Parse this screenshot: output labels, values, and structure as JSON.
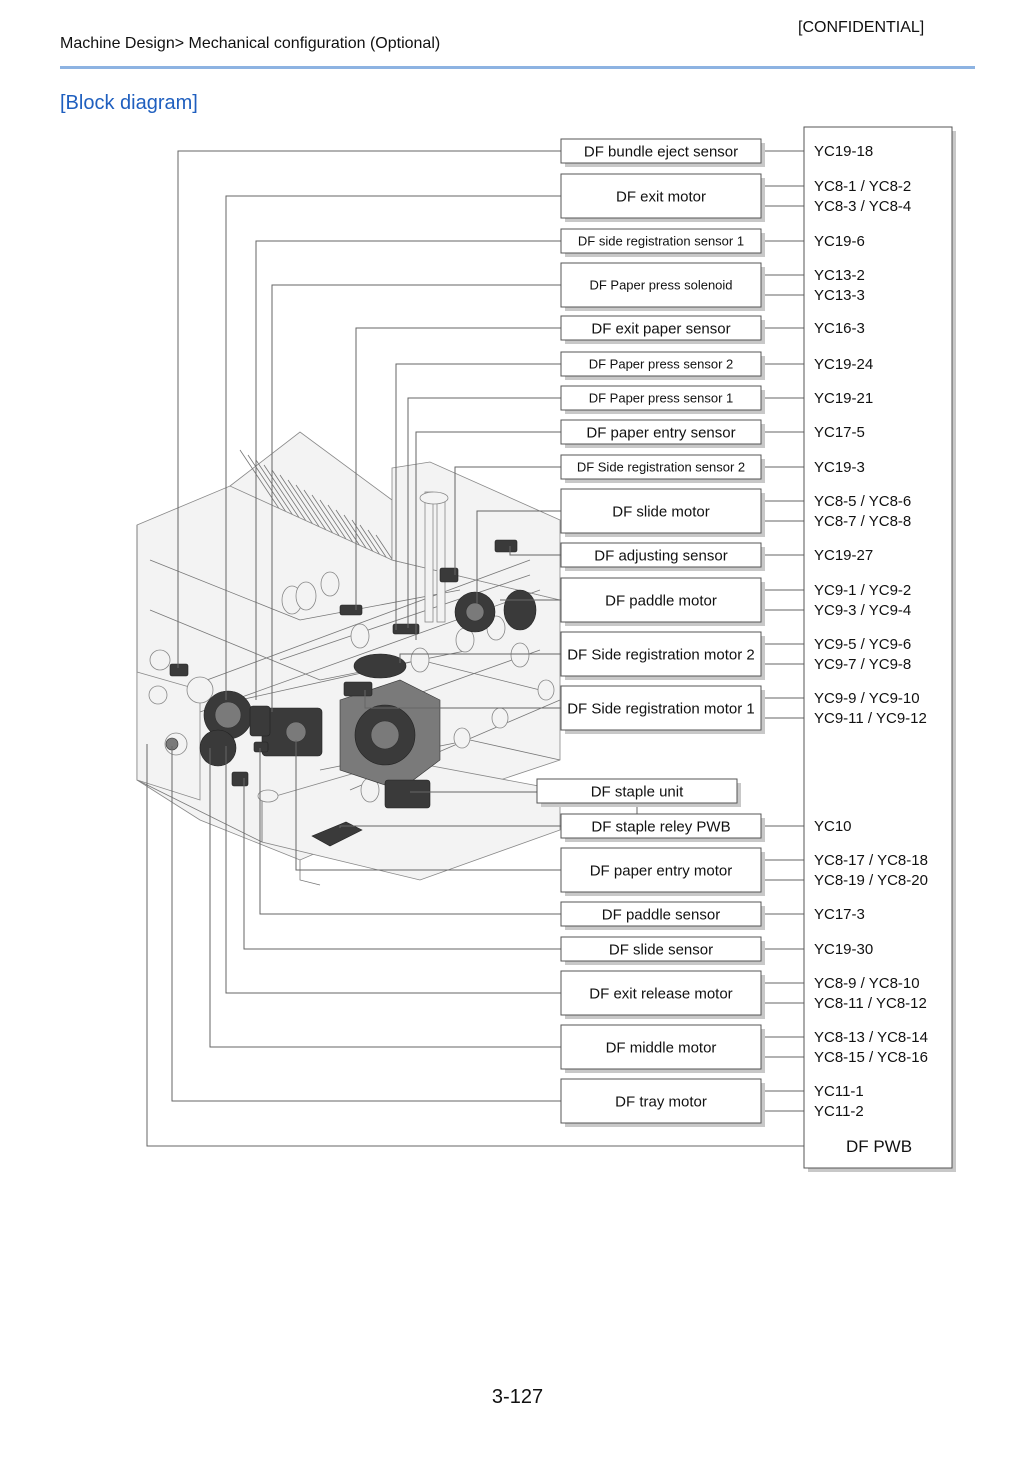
{
  "header": {
    "confidential": "[CONFIDENTIAL]",
    "breadcrumb": "Machine Design> Mechanical configuration (Optional)"
  },
  "section_title": "[Block diagram]",
  "page_number": "3-127",
  "pwb_label": "DF PWB",
  "components": [
    {
      "label": "DF bundle eject sensor",
      "connectors": [
        "YC19-18"
      ]
    },
    {
      "label": "DF exit motor",
      "connectors": [
        "YC8-1 / YC8-2",
        "YC8-3 / YC8-4"
      ]
    },
    {
      "label": "DF side registration sensor 1",
      "connectors": [
        "YC19-6"
      ]
    },
    {
      "label": "DF Paper press solenoid",
      "connectors": [
        "YC13-2",
        "YC13-3"
      ]
    },
    {
      "label": "DF exit paper sensor",
      "connectors": [
        "YC16-3"
      ]
    },
    {
      "label": "DF Paper press sensor 2",
      "connectors": [
        "YC19-24"
      ]
    },
    {
      "label": "DF Paper press sensor 1",
      "connectors": [
        "YC19-21"
      ]
    },
    {
      "label": "DF paper entry sensor",
      "connectors": [
        "YC17-5"
      ]
    },
    {
      "label": "DF Side registration sensor 2",
      "connectors": [
        "YC19-3"
      ]
    },
    {
      "label": "DF slide motor",
      "connectors": [
        "YC8-5 / YC8-6",
        "YC8-7 / YC8-8"
      ]
    },
    {
      "label": "DF adjusting sensor",
      "connectors": [
        "YC19-27"
      ]
    },
    {
      "label": "DF paddle motor",
      "connectors": [
        "YC9-1 / YC9-2",
        "YC9-3 / YC9-4"
      ]
    },
    {
      "label": "DF Side registration motor 2",
      "connectors": [
        "YC9-5 / YC9-6",
        "YC9-7 / YC9-8"
      ]
    },
    {
      "label": "DF Side registration motor 1",
      "connectors": [
        "YC9-9 / YC9-10",
        "YC9-11 / YC9-12"
      ]
    },
    {
      "label": "DF staple unit",
      "connectors": []
    },
    {
      "label": "DF staple reley PWB",
      "connectors": [
        "YC10"
      ]
    },
    {
      "label": "DF paper entry motor",
      "connectors": [
        "YC8-17 / YC8-18",
        "YC8-19 / YC8-20"
      ]
    },
    {
      "label": "DF paddle sensor",
      "connectors": [
        "YC17-3"
      ]
    },
    {
      "label": "DF slide sensor",
      "connectors": [
        "YC19-30"
      ]
    },
    {
      "label": "DF exit release motor",
      "connectors": [
        "YC8-9 / YC8-10",
        "YC8-11 / YC8-12"
      ]
    },
    {
      "label": "DF middle motor",
      "connectors": [
        "YC8-13 / YC8-14",
        "YC8-15 / YC8-16"
      ]
    },
    {
      "label": "DF tray motor",
      "connectors": [
        "YC11-1",
        "YC11-2"
      ]
    }
  ]
}
